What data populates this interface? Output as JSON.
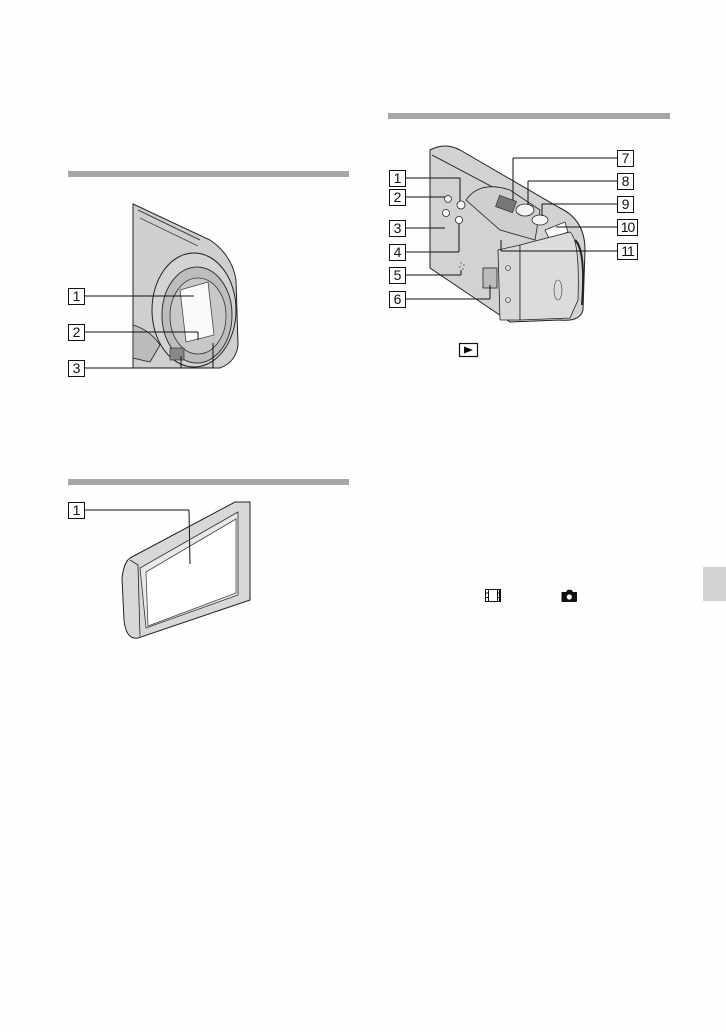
{
  "page": {
    "sections": [
      {
        "id": "front-lens",
        "callouts": [
          "1",
          "2",
          "3"
        ]
      },
      {
        "id": "lcd-screen",
        "callouts": [
          "1"
        ]
      },
      {
        "id": "rear-top",
        "callouts": [
          "1",
          "2",
          "3",
          "4",
          "5",
          "6",
          "7",
          "8",
          "9",
          "10",
          "11"
        ]
      }
    ],
    "inline_icons": [
      "play-button-icon",
      "movie-mode-icon",
      "photo-mode-icon"
    ],
    "colors": {
      "section_rule": "#a6a6a6",
      "side_tab": "#d2d2d2",
      "illustration_fill": "#cfcfcf"
    }
  }
}
